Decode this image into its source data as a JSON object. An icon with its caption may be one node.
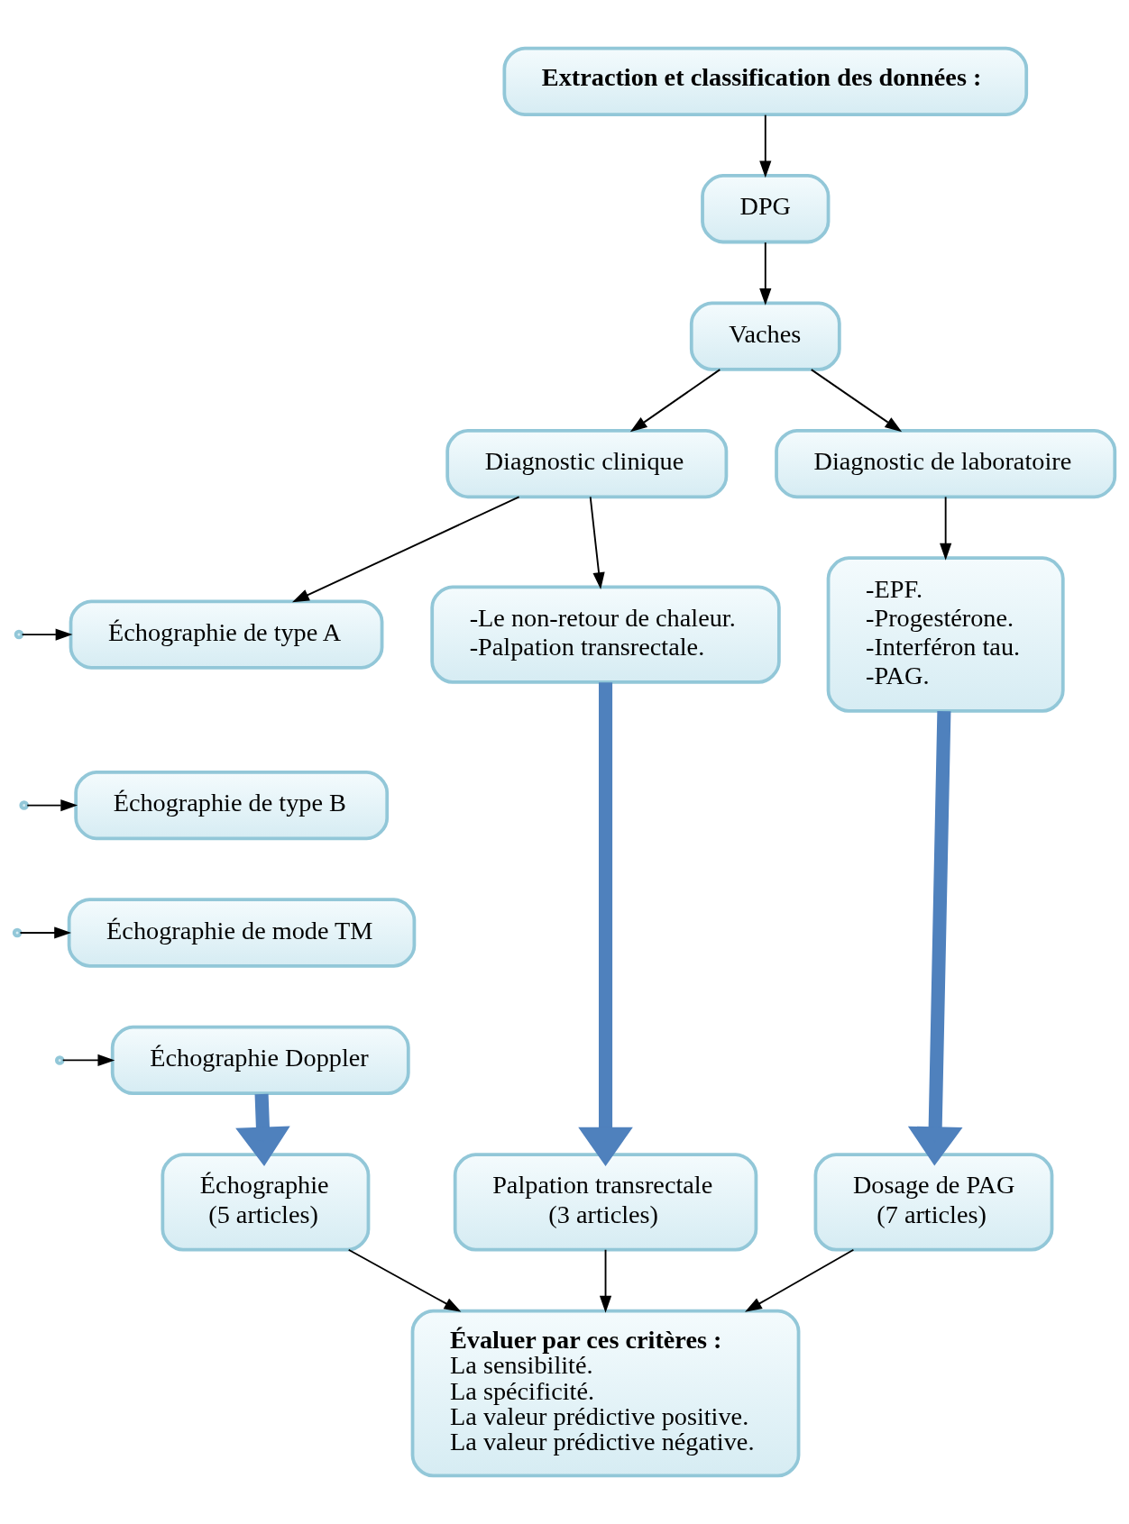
{
  "diagram": {
    "nodes": [
      {
        "text": [
          "Extraction et classification des données :"
        ]
      },
      {
        "text": [
          "DPG"
        ]
      },
      {
        "text": [
          "Vaches"
        ]
      },
      {
        "text": [
          "Diagnostic clinique"
        ]
      },
      {
        "text": [
          "Diagnostic de laboratoire"
        ]
      },
      {
        "text": [
          "-Le non-retour de chaleur.",
          "-Palpation transrectale."
        ]
      },
      {
        "text": [
          "Échographie de type A"
        ]
      },
      {
        "text": [
          "Échographie de type B"
        ]
      },
      {
        "text": [
          "Échographie de mode TM"
        ]
      },
      {
        "text": [
          "Échographie Doppler"
        ]
      },
      {
        "text": [
          "-EPF.",
          "-Progestérone.",
          "-Interféron tau.",
          "-PAG."
        ]
      },
      {
        "text": [
          "Palpation transrectale",
          "(3 articles)"
        ]
      },
      {
        "text": [
          "Échographie",
          "(5 articles)"
        ]
      },
      {
        "text": [
          "Dosage de PAG",
          "(7 articles)"
        ]
      },
      {
        "text": [
          "Évaluer par ces critères :",
          "La sensibilité.",
          "La spécificité.",
          "La valeur prédictive positive.",
          "La valeur prédictive négative."
        ]
      }
    ],
    "edges": [
      {
        "from": 0,
        "to": 1,
        "arrow": "to"
      },
      {
        "from": 1,
        "to": 2,
        "arrow": "to"
      },
      {
        "from": 2,
        "to": 3,
        "arrow": "to"
      },
      {
        "from": 2,
        "to": 4,
        "arrow": "to"
      },
      {
        "from": 3,
        "to": 5,
        "arrow": "to"
      },
      {
        "from": 3,
        "to": 6,
        "arrow": "to"
      },
      {
        "from": 4,
        "to": 10,
        "arrow": "to"
      },
      {
        "from": null,
        "to": 6,
        "arrow": "to"
      },
      {
        "from": null,
        "to": 7,
        "arrow": "to"
      },
      {
        "from": null,
        "to": 8,
        "arrow": "to"
      },
      {
        "from": null,
        "to": 9,
        "arrow": "to"
      },
      {
        "from": 5,
        "to": 11,
        "arrow": "to",
        "style": "thick",
        "color": "#4f81bd"
      },
      {
        "from": 9,
        "to": 12,
        "arrow": "to",
        "style": "thick",
        "color": "#4f81bd"
      },
      {
        "from": 10,
        "to": 13,
        "arrow": "to",
        "style": "thick",
        "color": "#4f81bd"
      },
      {
        "from": 11,
        "to": 14,
        "arrow": "to"
      },
      {
        "from": 12,
        "to": 14,
        "arrow": "to"
      },
      {
        "from": 13,
        "to": 14,
        "arrow": "to"
      }
    ]
  }
}
